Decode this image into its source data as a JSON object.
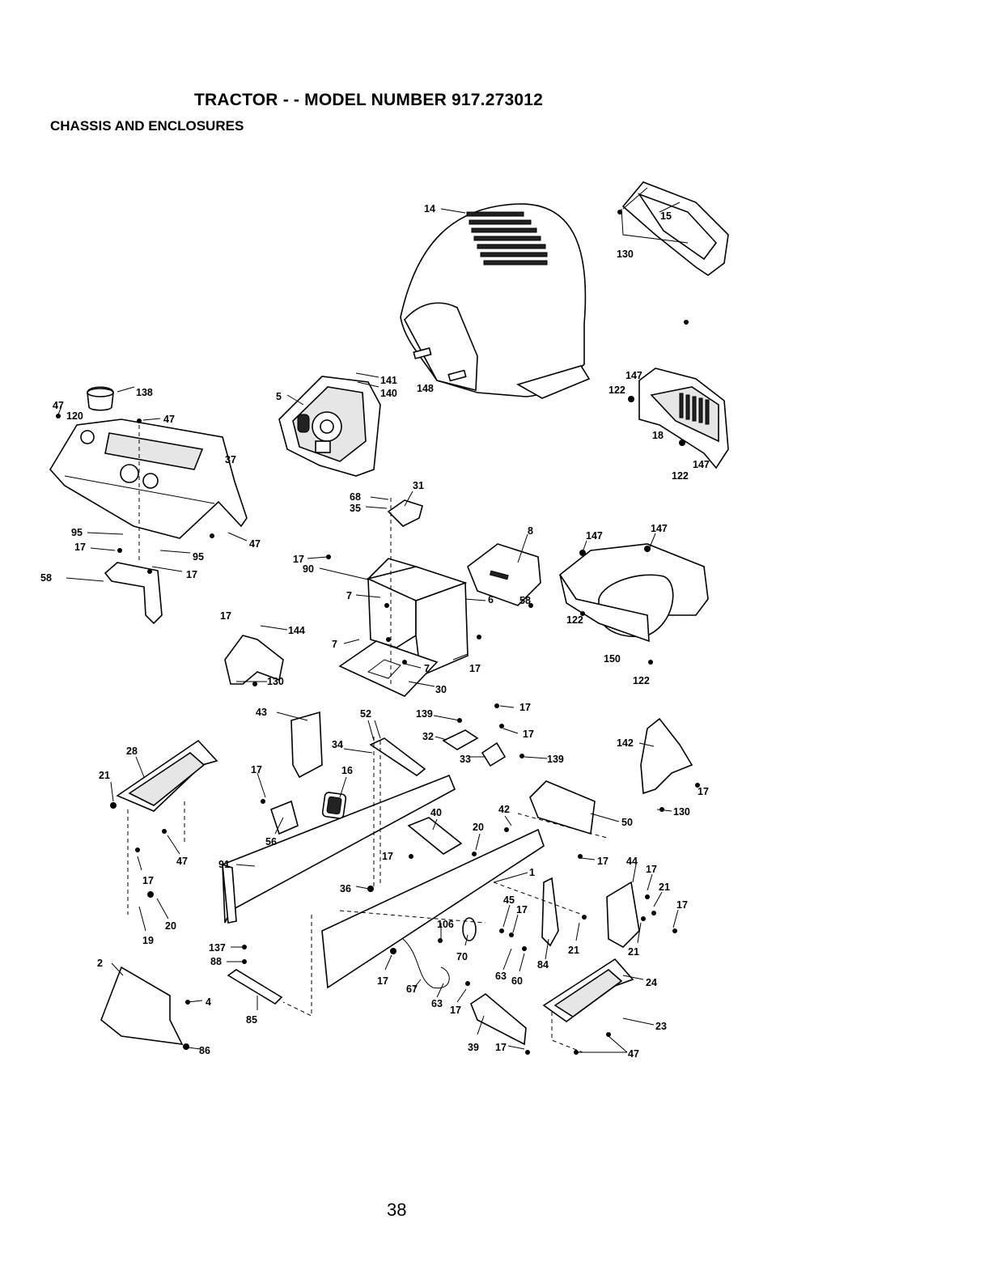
{
  "header": {
    "title": "TRACTOR - - MODEL NUMBER 917.273012",
    "subtitle": "CHASSIS AND ENCLOSURES"
  },
  "footer": {
    "page_number": "38"
  },
  "callouts": {
    "c14": "14",
    "c15": "15",
    "c130a": "130",
    "c147a": "147",
    "c122a": "122",
    "c18": "18",
    "c147b": "147",
    "c122b": "122",
    "c141": "141",
    "c140": "140",
    "c148": "148",
    "c5": "5",
    "c138": "138",
    "c47a": "47",
    "c120": "120",
    "c47b": "47",
    "c37": "37",
    "c47c": "47",
    "c95a": "95",
    "c17a": "17",
    "c95b": "95",
    "c17b": "17",
    "c58a": "58",
    "c68": "68",
    "c31": "31",
    "c35": "35",
    "c8": "8",
    "c147c": "147",
    "c147d": "147",
    "c17c": "17",
    "c90": "90",
    "c7a": "7",
    "c6": "6",
    "c58b": "58",
    "c122c": "122",
    "c150": "150",
    "c122d": "122",
    "c7b": "7",
    "c7c": "7",
    "c17d": "17",
    "c30": "30",
    "c17e": "17",
    "c144": "144",
    "c130b": "130",
    "c43": "43",
    "c52": "52",
    "c139a": "139",
    "c17f": "17",
    "c32": "32",
    "c17g": "17",
    "c33": "33",
    "c139b": "139",
    "c142": "142",
    "c17h": "17",
    "c130c": "130",
    "c28": "28",
    "c21a": "21",
    "c34": "34",
    "c17i": "17",
    "c16": "16",
    "c40": "40",
    "c42": "42",
    "c50": "50",
    "c56": "56",
    "c20a": "20",
    "c47d": "47",
    "c91": "91",
    "c17j": "17",
    "c1": "1",
    "c17k": "17",
    "c44": "44",
    "c17l": "17",
    "c21b": "21",
    "c17m": "17",
    "c17n": "17",
    "c36": "36",
    "c45": "45",
    "c17o": "17",
    "c20b": "20",
    "c19": "19",
    "c106": "106",
    "c21c": "21",
    "c21d": "21",
    "c137": "137",
    "c88": "88",
    "c70": "70",
    "c84": "84",
    "c2": "2",
    "c17p": "17",
    "c63a": "63",
    "c60": "60",
    "c24": "24",
    "c4": "4",
    "c67": "67",
    "c63b": "63",
    "c17q": "17",
    "c85": "85",
    "c23": "23",
    "c39": "39",
    "c17r": "17",
    "c47e": "47",
    "c86": "86"
  }
}
